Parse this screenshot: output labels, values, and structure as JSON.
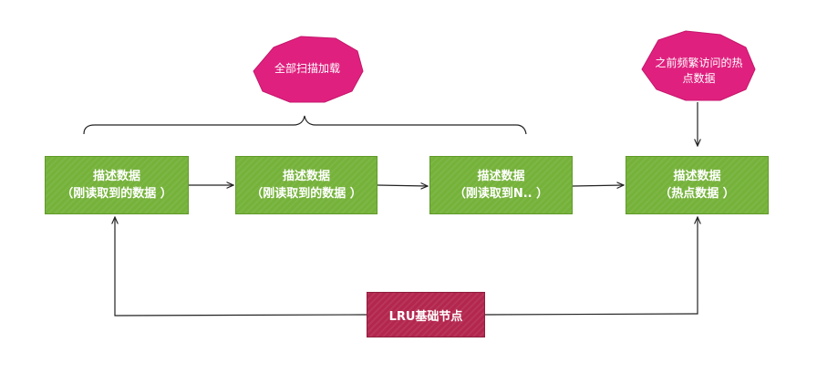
{
  "colors": {
    "green_node": "#75b23a",
    "magenta_blob": "#e0207f",
    "lru_box": "#b3264d",
    "line": "#222222"
  },
  "nodes": [
    {
      "line1": "描述数据",
      "line2": "（刚读取到的数据 ）"
    },
    {
      "line1": "描述数据",
      "line2": "（刚读取到的数据 ）"
    },
    {
      "line1": "描述数据",
      "line2": "（刚读取到N.. ）"
    },
    {
      "line1": "描述数据",
      "line2": "（热点数据 ）"
    }
  ],
  "lru": {
    "label": "LRU基础节点"
  },
  "callouts": [
    {
      "line1": "全部扫描加载",
      "line2": ""
    },
    {
      "line1": "之前频繁访问的热",
      "line2": "点数据"
    }
  ]
}
